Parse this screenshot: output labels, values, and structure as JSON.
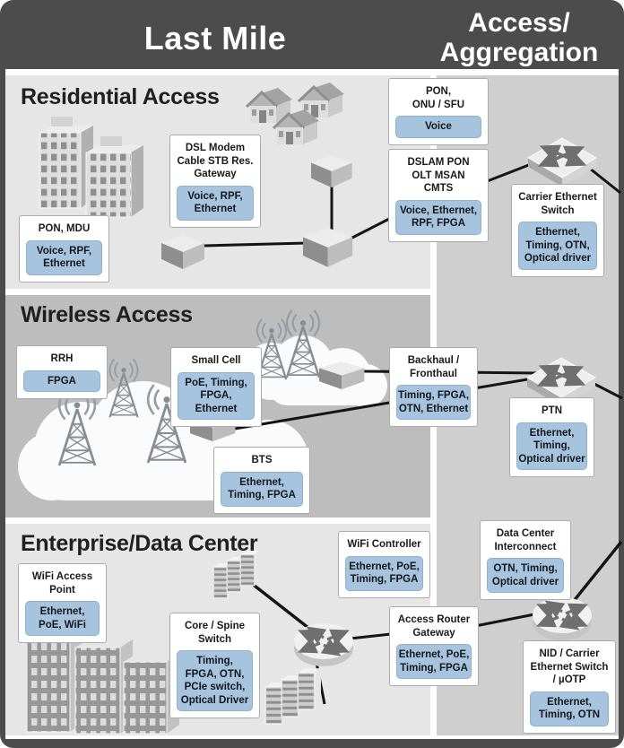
{
  "header": {
    "left": "Last Mile",
    "right": "Access/\nAggregation"
  },
  "sections": {
    "residential": {
      "title": "Residential Access"
    },
    "wireless": {
      "title": "Wireless Access"
    },
    "enterprise": {
      "title": "Enterprise/Data Center"
    }
  },
  "nodes": {
    "pon_mdu": {
      "title": "PON, MDU",
      "tags": "Voice, RPF,\nEthernet"
    },
    "dsl_modem": {
      "title": "DSL Modem\nCable STB Res.\nGateway",
      "tags": "Voice, RPF,\nEthernet"
    },
    "pon_onu": {
      "title": "PON,\nONU / SFU",
      "tags": "Voice"
    },
    "dslam": {
      "title": "DSLAM PON\nOLT MSAN\nCMTS",
      "tags": "Voice, Ethernet,\nRPF, FPGA"
    },
    "carrier_eth": {
      "title": "Carrier Ethernet\nSwitch",
      "tags": "Ethernet,\nTiming, OTN,\nOptical driver"
    },
    "rrh": {
      "title": "RRH",
      "tags": "FPGA"
    },
    "small_cell": {
      "title": "Small Cell",
      "tags": "PoE, Timing,\nFPGA, Ethernet"
    },
    "bts": {
      "title": "BTS",
      "tags": "Ethernet,\nTiming, FPGA"
    },
    "backhaul": {
      "title": "Backhaul /\nFronthaul",
      "tags": "Timing, FPGA,\nOTN, Ethernet"
    },
    "ptn": {
      "title": "PTN",
      "tags": "Ethernet,\nTiming,\nOptical driver"
    },
    "wifi_ap": {
      "title": "WiFi Access\nPoint",
      "tags": "Ethernet,\nPoE, WiFi"
    },
    "core_spine": {
      "title": "Core / Spine\nSwitch",
      "tags": "Timing,\nFPGA, OTN,\nPCIe switch,\nOptical Driver"
    },
    "wifi_ctrl": {
      "title": "WiFi Controller",
      "tags": "Ethernet, PoE,\nTiming, FPGA"
    },
    "access_router": {
      "title": "Access Router\nGateway",
      "tags": "Ethernet, PoE,\nTiming, FPGA"
    },
    "dci": {
      "title": "Data Center\nInterconnect",
      "tags": "OTN, Timing,\nOptical driver"
    },
    "nid": {
      "title": "NID / Carrier\nEthernet Switch\n/ µOTP",
      "tags": "Ethernet,\nTiming, OTN"
    }
  },
  "icons": [
    "apartment-buildings-icon",
    "houses-icon",
    "modem-box-icon",
    "cell-tower-icon",
    "cloud-icon",
    "ethernet-switch-icon",
    "router-icon",
    "server-rack-icon",
    "office-buildings-icon"
  ],
  "colors": {
    "frame": "#4c4c4c",
    "band_light": "#e6e6e6",
    "band_mid": "#bdbdbd",
    "right_column": "#cfcfcf",
    "tag_blue": "#a6c4de",
    "line": "#141414",
    "text": "#1a1a1a"
  }
}
